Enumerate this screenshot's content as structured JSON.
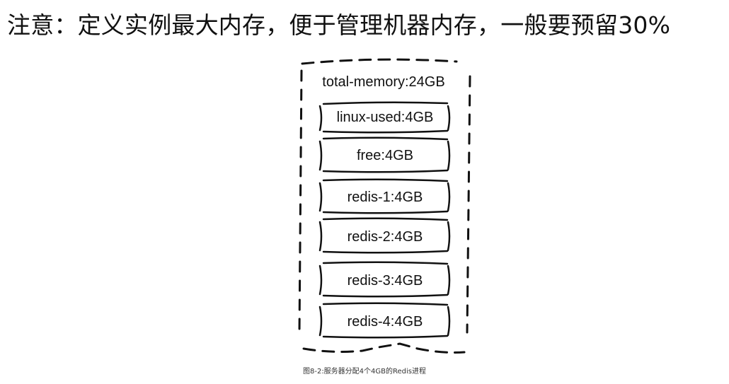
{
  "headline": "注意：定义实例最大内存，便于管理机器内存，一般要预留30%",
  "diagram": {
    "outer_label": "total-memory:24GB",
    "blocks": [
      {
        "label": "linux-used:4GB"
      },
      {
        "label": "free:4GB"
      },
      {
        "label": "redis-1:4GB"
      },
      {
        "label": "redis-2:4GB"
      },
      {
        "label": "redis-3:4GB"
      },
      {
        "label": "redis-4:4GB"
      }
    ]
  },
  "caption": "图8-2:服务器分配4个4GB的Redis进程",
  "colors": {
    "ink": "#111111",
    "background": "#ffffff"
  }
}
